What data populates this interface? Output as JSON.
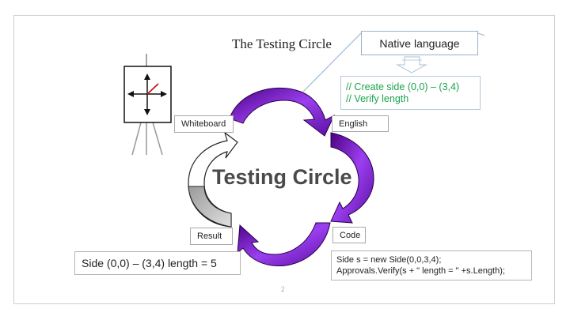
{
  "slide": {
    "title": "The Testing Circle",
    "page_number": "2"
  },
  "native_language": "Native language",
  "native_code": [
    "// Create side (0,0) – (3,4)",
    "// Verify length"
  ],
  "stages": {
    "whiteboard": "Whiteboard",
    "english": "English",
    "code": "Code",
    "result": "Result"
  },
  "center_label": "Testing Circle",
  "result_text": "Side (0,0) – (3,4) length = 5",
  "code_lines": [
    "Side s = new Side(0,0,3,4);",
    "Approvals.Verify(s + \" length = \" +s.Length);"
  ],
  "colors": {
    "arrow_purple": "#8a2be2",
    "arrow_dark": "#4b0082",
    "code_green": "#19a44c",
    "line_blue": "#a9c2d9",
    "arrow_gray": "#c8c8c8"
  },
  "icons": [
    "easel-icon",
    "axes-icon",
    "down-arrow-icon"
  ]
}
